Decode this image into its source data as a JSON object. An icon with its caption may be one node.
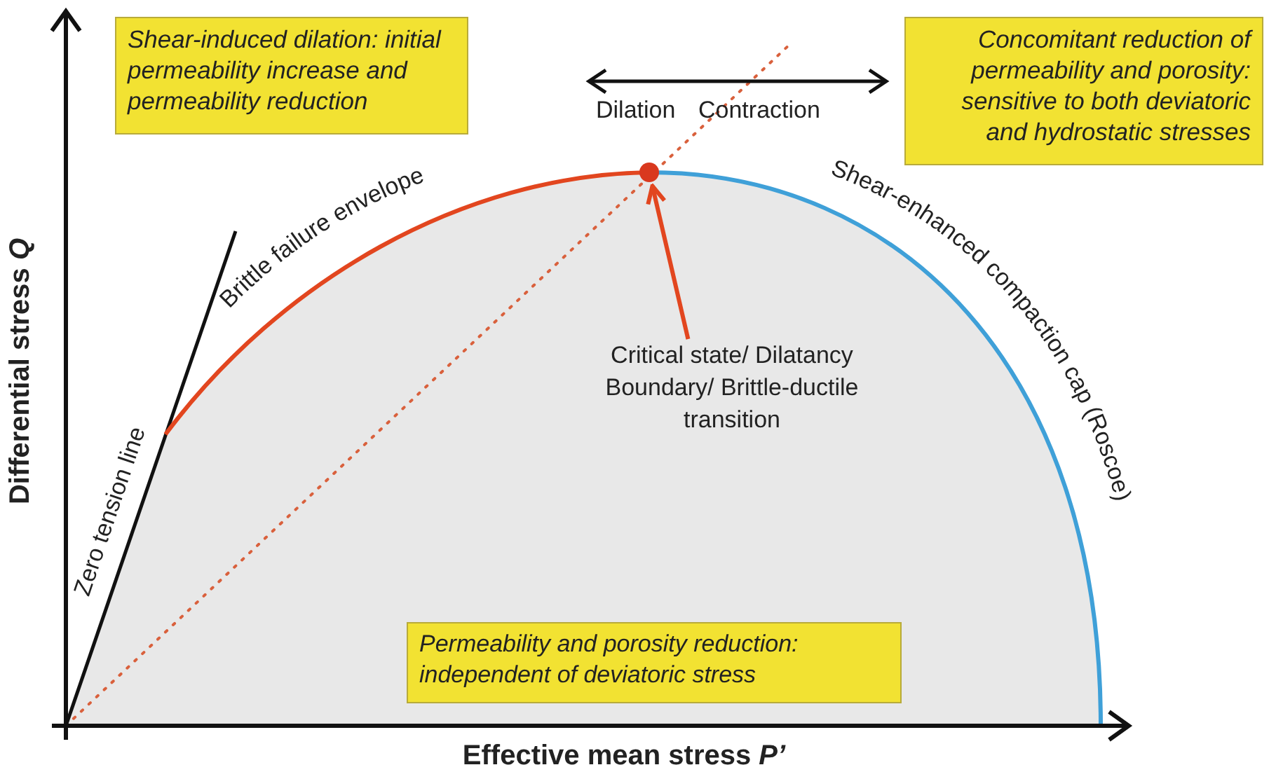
{
  "diagram": {
    "nodes": [
      {
        "text": [
          "Shear-induced dilation: initial permeability increase and permeability reduction"
        ]
      },
      {
        "text": [
          "Concomitant reduction of permeability and porosity: sensitive to both deviatoric and hydrostatic stresses"
        ]
      },
      {
        "text": [
          "Permeability and porosity reduction: independent of deviatoric stress"
        ]
      },
      {
        "text": [
          "Critical state/ Dilatancy Boundary/ Brittle-ductile transition"
        ]
      },
      {
        "text": [],
        "shape": "circle"
      }
    ],
    "edges": [
      {
        "from": 3,
        "to": 4,
        "arrow": "to",
        "color": "#e2461f"
      }
    ],
    "labels": [
      "Dilation",
      "Contraction",
      "Brittle failure envelope",
      "Shear-enhanced compaction cap (Roscoe)",
      "Zero tension line",
      "Differential stress *Q*",
      "Effective mean stress *P’*"
    ]
  }
}
